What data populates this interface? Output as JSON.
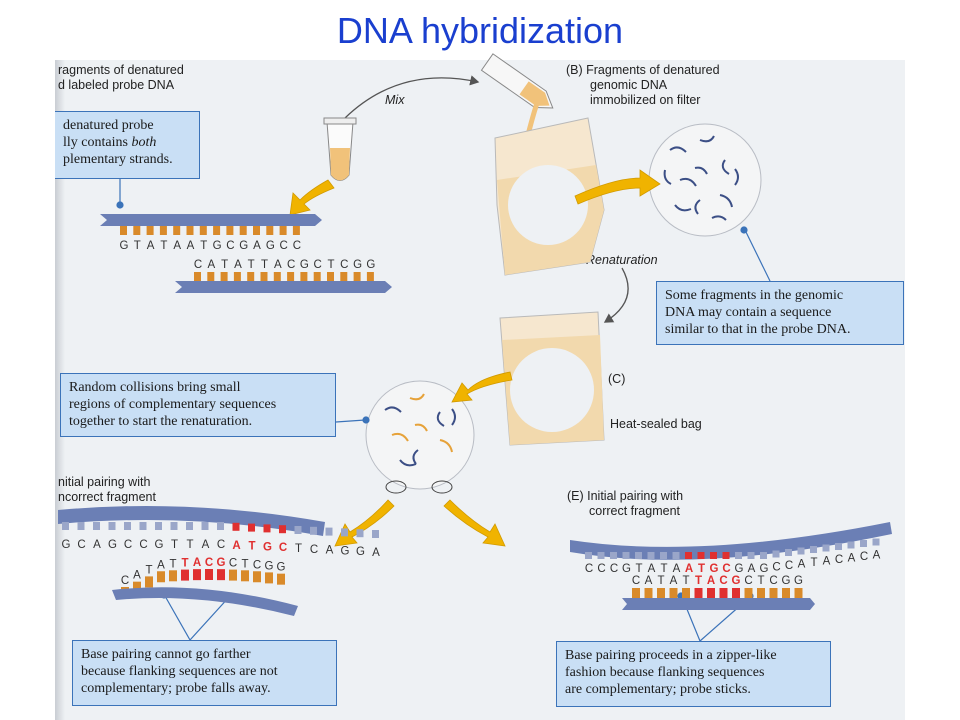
{
  "title": "DNA hybridization",
  "panel_a": {
    "caption_lines": [
      "ragments of denatured",
      "d labeled probe DNA"
    ],
    "box_lines": [
      "denatured probe",
      "lly contains both",
      "plementary strands."
    ],
    "strand_top": "GTATAATGCGAGCC",
    "strand_bottom": "CATATTACGCTCGG"
  },
  "mix_label": "Mix",
  "panel_b": {
    "caption_lines": [
      "(B) Fragments of denatured",
      "genomic DNA",
      "immobilized on filter"
    ]
  },
  "renaturation_label": "Renaturation",
  "genomic_box_lines": [
    "Some fragments in the genomic",
    "DNA may contain a sequence",
    "similar to that in the probe DNA."
  ],
  "collision_box_lines": [
    "Random collisions bring small",
    "regions of complementary sequences",
    "together to start the renaturation."
  ],
  "panel_c": {
    "label": "(C)",
    "bag_label": "Heat-sealed bag"
  },
  "panel_d": {
    "caption_lines": [
      "nitial pairing with",
      "ncorrect fragment"
    ],
    "top_seq": [
      "GCAGCCGTTAC",
      "ATGC",
      "TCAGGA"
    ],
    "probe_seq": [
      "CATAT",
      "TACG",
      "CTCGG"
    ],
    "box_lines": [
      "Base pairing cannot go farther",
      "because flanking sequences are not",
      "complementary; probe falls away."
    ]
  },
  "panel_e": {
    "caption_lines": [
      "(E) Initial pairing with",
      "correct fragment"
    ],
    "top_seq": [
      "CCCGTATA",
      "ATGC",
      "GAGCCATACACA"
    ],
    "probe_seq": [
      "CATAT",
      "TACG",
      "CTCGG"
    ],
    "box_lines": [
      "Base pairing proceeds in a zipper-like",
      "fashion because flanking sequences",
      "are complementary; probe sticks."
    ]
  },
  "colors": {
    "title": "#1a3fcf",
    "box_fill": "#c9dff5",
    "box_border": "#3b73b9",
    "arrow": "#f0b300",
    "strand": "#6b7fb5",
    "base": "#d98a2a",
    "match": "#e03030"
  }
}
